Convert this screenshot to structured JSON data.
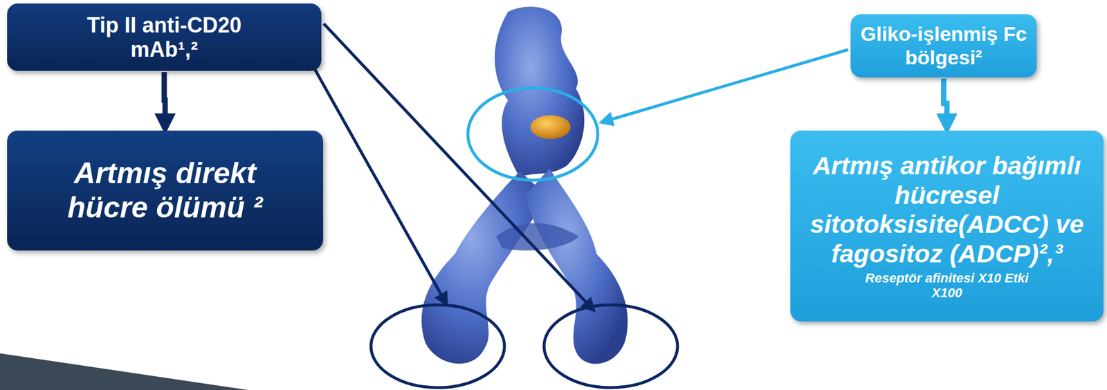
{
  "diagram": {
    "nodes": [
      {
        "text": [
          "Tip II anti-CD20 mAb¹,²"
        ]
      },
      {
        "text": [
          "Artmış direkt hücre ölümü ²"
        ]
      },
      {
        "text": [
          "Gliko-işlenmiş Fc bölgesi²"
        ]
      },
      {
        "text": [
          "Artmış antikor bağımlı hücresel sitotoksisite(ADCC) ve fagositoz (ADCP)²,³",
          "Reseptör afinitesi X10 Etki X100"
        ]
      }
    ],
    "edges": [
      {
        "from": 0,
        "to": 1,
        "arrow": "to"
      },
      {
        "from": 2,
        "to": 3,
        "arrow": "to"
      }
    ]
  }
}
